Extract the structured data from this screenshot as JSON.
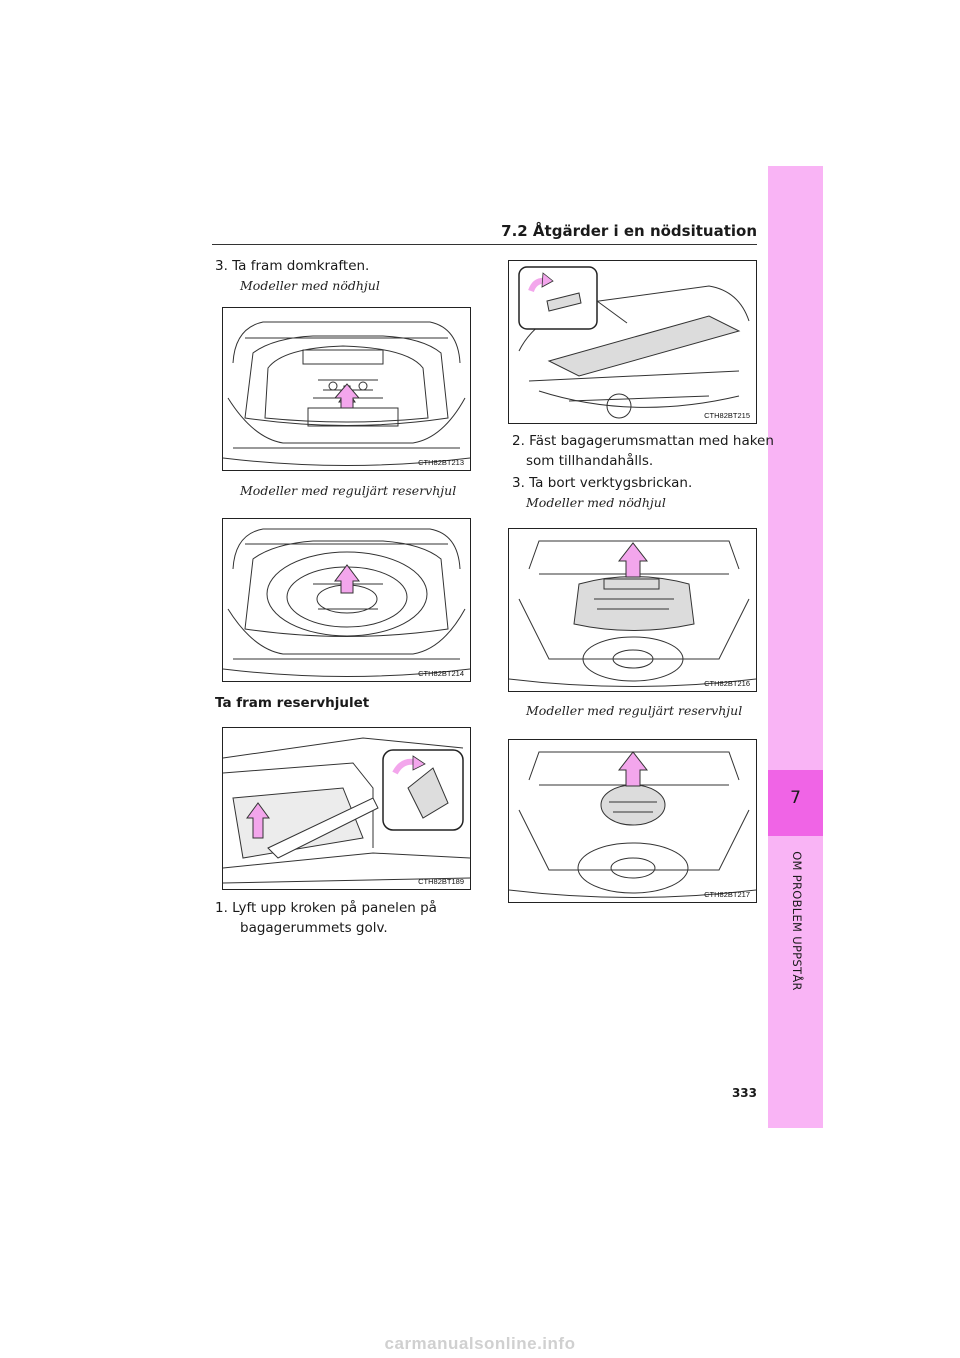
{
  "header": {
    "section_title": "7.2  Åtgärder i en nödsituation"
  },
  "sidebar": {
    "chapter_number": "7",
    "chapter_label": "OM PROBLEM UPPSTÅR"
  },
  "left_column": {
    "step3": "3. Ta fram domkraften.",
    "caption_emergency": "Modeller med nödhjul",
    "fig1_code": "CTH82BT213",
    "caption_regular": "Modeller med reguljärt reservhjul",
    "fig2_code": "CTH82BT214",
    "section_heading": "Ta fram reservhjulet",
    "fig3_code": "CTH82BT189",
    "step1_line1": "1. Lyft upp kroken på panelen på",
    "step1_line2": "bagagerummets golv."
  },
  "right_column": {
    "fig4_code": "CTH82BT215",
    "step2_line1": "2. Fäst bagagerumsmattan med haken",
    "step2_line2": "som tillhandahålls.",
    "step3": "3. Ta bort verktygsbrickan.",
    "caption_emergency": "Modeller med nödhjul",
    "fig5_code": "CTH82BT216",
    "caption_regular": "Modeller med reguljärt reservhjul",
    "fig6_code": "CTH82BT217"
  },
  "page_number": "333",
  "watermark": "carmanualsonline.info",
  "colors": {
    "sidebar": "#f9b4f5",
    "sidebar_tab": "#f064e6",
    "arrow": "#f3a6ec"
  }
}
